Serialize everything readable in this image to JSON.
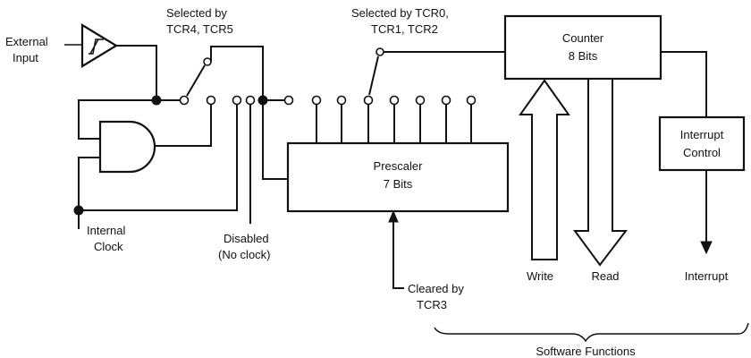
{
  "labels": {
    "external_input_line1": "External",
    "external_input_line2": "Input",
    "selected_tcr45_line1": "Selected by",
    "selected_tcr45_line2": "TCR4, TCR5",
    "selected_tcr012_line1": "Selected by TCR0,",
    "selected_tcr012_line2": "TCR1, TCR2",
    "counter_line1": "Counter",
    "counter_line2": "8 Bits",
    "prescaler_line1": "Prescaler",
    "prescaler_line2": "7 Bits",
    "interrupt_control_line1": "Interrupt",
    "interrupt_control_line2": "Control",
    "internal_clock_line1": "Internal",
    "internal_clock_line2": "Clock",
    "disabled_line1": "Disabled",
    "disabled_line2": "(No clock)",
    "cleared_line1": "Cleared by",
    "cleared_line2": "TCR3",
    "write": "Write",
    "read": "Read",
    "interrupt": "Interrupt",
    "software_functions": "Software Functions"
  }
}
